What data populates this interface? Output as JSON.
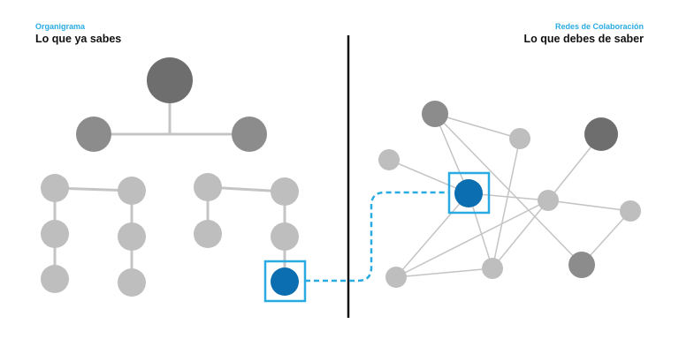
{
  "left_panel": {
    "subtitle": "Organigrama",
    "title": "Lo que ya sabes"
  },
  "right_panel": {
    "subtitle": "Redes de Colaboración",
    "title": "Lo que debes de saber"
  },
  "colors": {
    "accent": "#29abe2",
    "highlight_node": "#0a6eb0",
    "node_dark": "#6e6e6e",
    "node_mid": "#8c8c8c",
    "node_light": "#bebebe",
    "edge": "#c4c4c4",
    "divider": "#111111"
  }
}
